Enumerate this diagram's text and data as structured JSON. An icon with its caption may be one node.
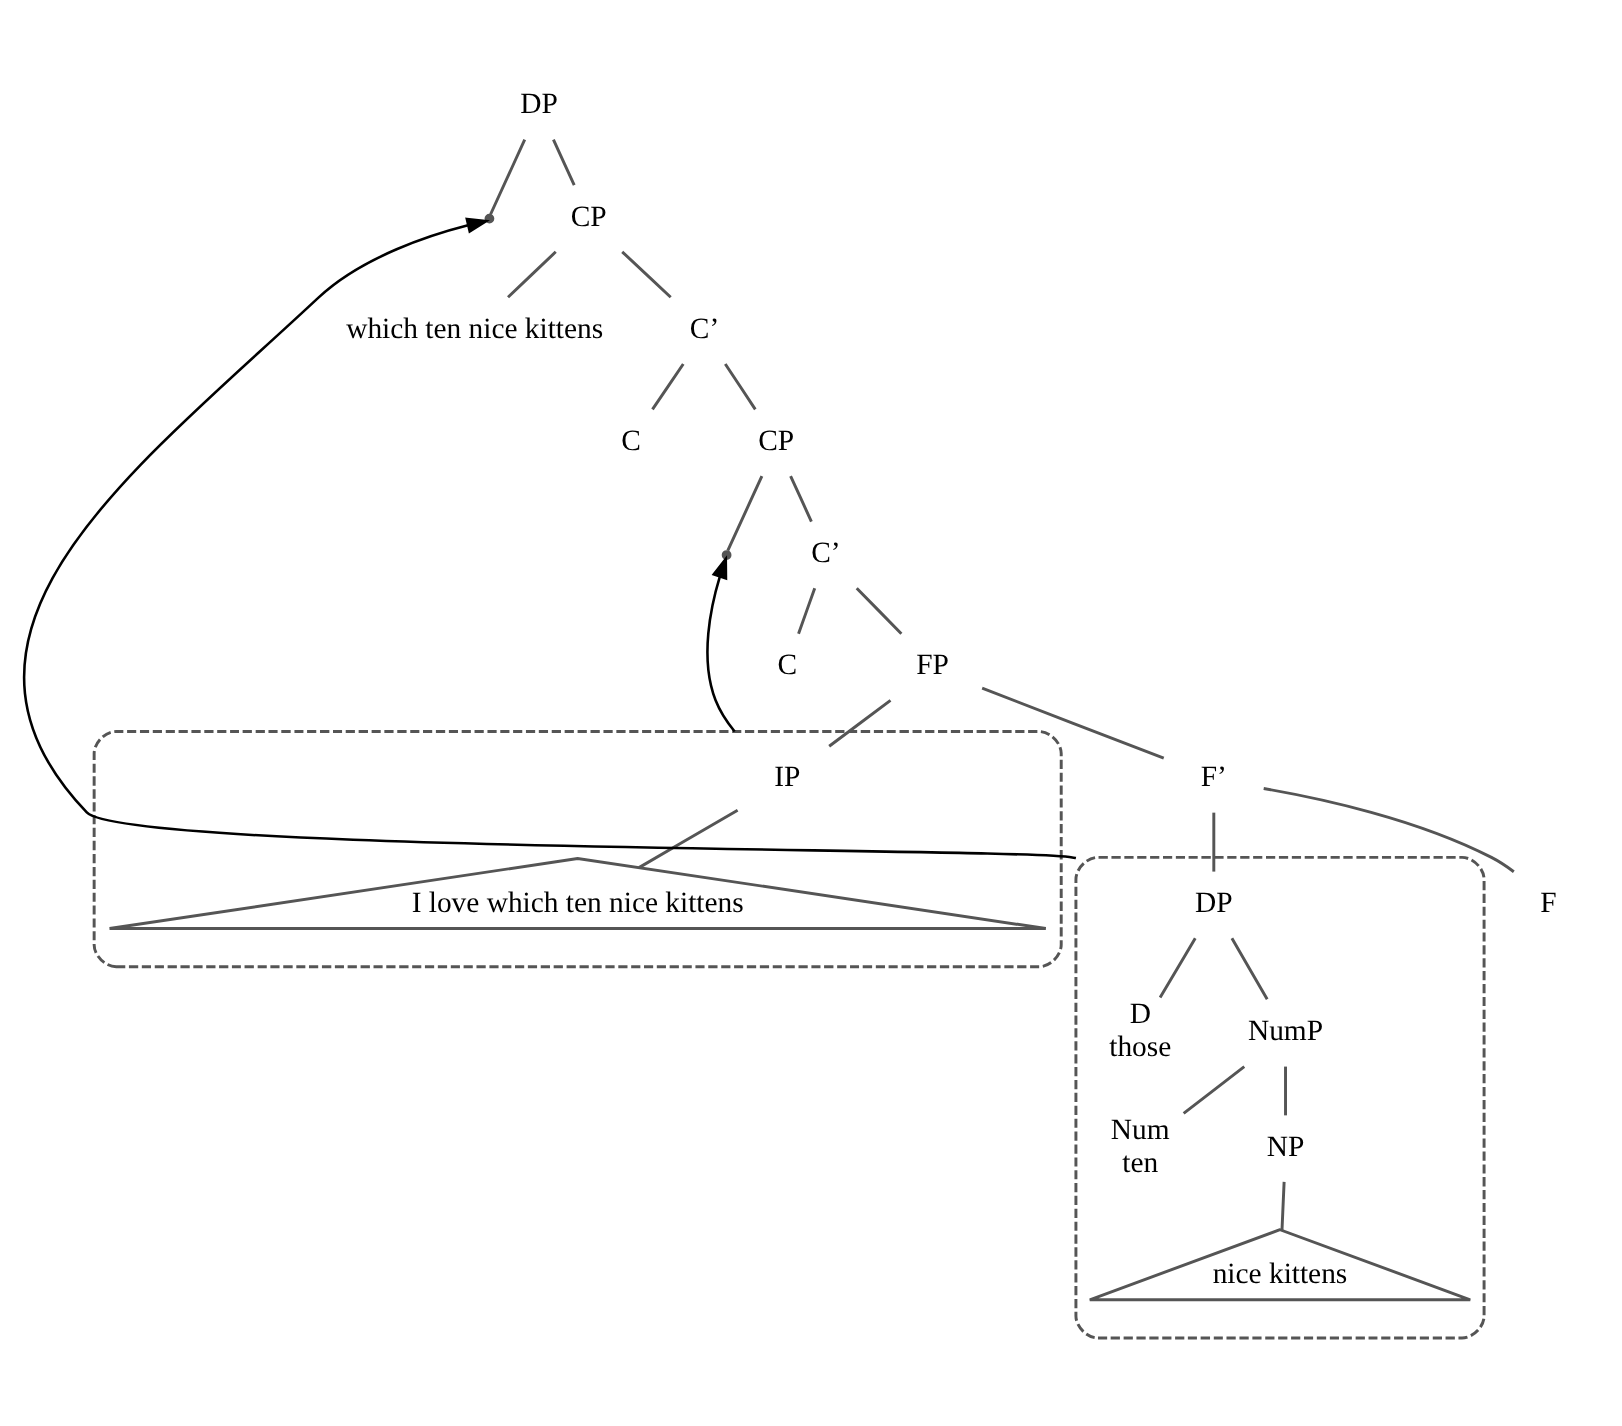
{
  "diagram": {
    "nodes": [
      {
        "text": [
          "DP"
        ]
      },
      {
        "text": [],
        "shape": "point"
      },
      {
        "text": [
          "CP"
        ]
      },
      {
        "text": [
          "which ten nice kittens"
        ]
      },
      {
        "text": [
          "C’"
        ]
      },
      {
        "text": [
          "C"
        ]
      },
      {
        "text": [
          "CP"
        ]
      },
      {
        "text": [],
        "shape": "point"
      },
      {
        "text": [
          "C’"
        ]
      },
      {
        "text": [
          "C"
        ]
      },
      {
        "text": [
          "FP"
        ]
      },
      {
        "text": [],
        "shape": "ellipse"
      },
      {
        "text": [
          "IP"
        ],
        "in": 11
      },
      {
        "text": [
          "I love which ten nice kittens"
        ],
        "in": 11
      },
      {
        "text": [
          "F’"
        ]
      },
      {
        "text": [
          "F"
        ]
      },
      {
        "text": [],
        "shape": "ellipse"
      },
      {
        "text": [
          "DP"
        ],
        "in": 16
      },
      {
        "text": [
          "D",
          "those"
        ],
        "in": 16
      },
      {
        "text": [
          "NumP"
        ],
        "in": 16
      },
      {
        "text": [
          "Num",
          "ten"
        ],
        "in": 16
      },
      {
        "text": [
          "NP"
        ],
        "in": 16
      },
      {
        "text": [
          "nice kittens"
        ],
        "in": 16
      }
    ],
    "edges": [
      {
        "from": 0,
        "to": 1,
        "arrow": "none"
      },
      {
        "from": 0,
        "to": 2,
        "arrow": "none"
      },
      {
        "from": 2,
        "to": 3,
        "arrow": "none"
      },
      {
        "from": 2,
        "to": 4,
        "arrow": "none"
      },
      {
        "from": 4,
        "to": 5,
        "arrow": "none"
      },
      {
        "from": 4,
        "to": 6,
        "arrow": "none"
      },
      {
        "from": 6,
        "to": 7,
        "arrow": "none"
      },
      {
        "from": 6,
        "to": 8,
        "arrow": "none"
      },
      {
        "from": 8,
        "to": 9,
        "arrow": "none"
      },
      {
        "from": 8,
        "to": 10,
        "arrow": "none"
      },
      {
        "from": 10,
        "to": 12,
        "arrow": "none"
      },
      {
        "from": 10,
        "to": 14,
        "arrow": "none"
      },
      {
        "from": 12,
        "to": 13,
        "arrow": "none"
      },
      {
        "from": 14,
        "to": 15,
        "arrow": "none"
      },
      {
        "from": 14,
        "to": 17,
        "arrow": "none"
      },
      {
        "from": 17,
        "to": 18,
        "arrow": "none"
      },
      {
        "from": 17,
        "to": 19,
        "arrow": "none"
      },
      {
        "from": 19,
        "to": 20,
        "arrow": "none"
      },
      {
        "from": 19,
        "to": 21,
        "arrow": "none"
      },
      {
        "from": 21,
        "to": 22,
        "arrow": "none"
      },
      {
        "from": 16,
        "to": 1,
        "arrow": "to",
        "color": "#000000"
      },
      {
        "from": 11,
        "to": 7,
        "arrow": "to",
        "color": "#000000"
      }
    ]
  }
}
